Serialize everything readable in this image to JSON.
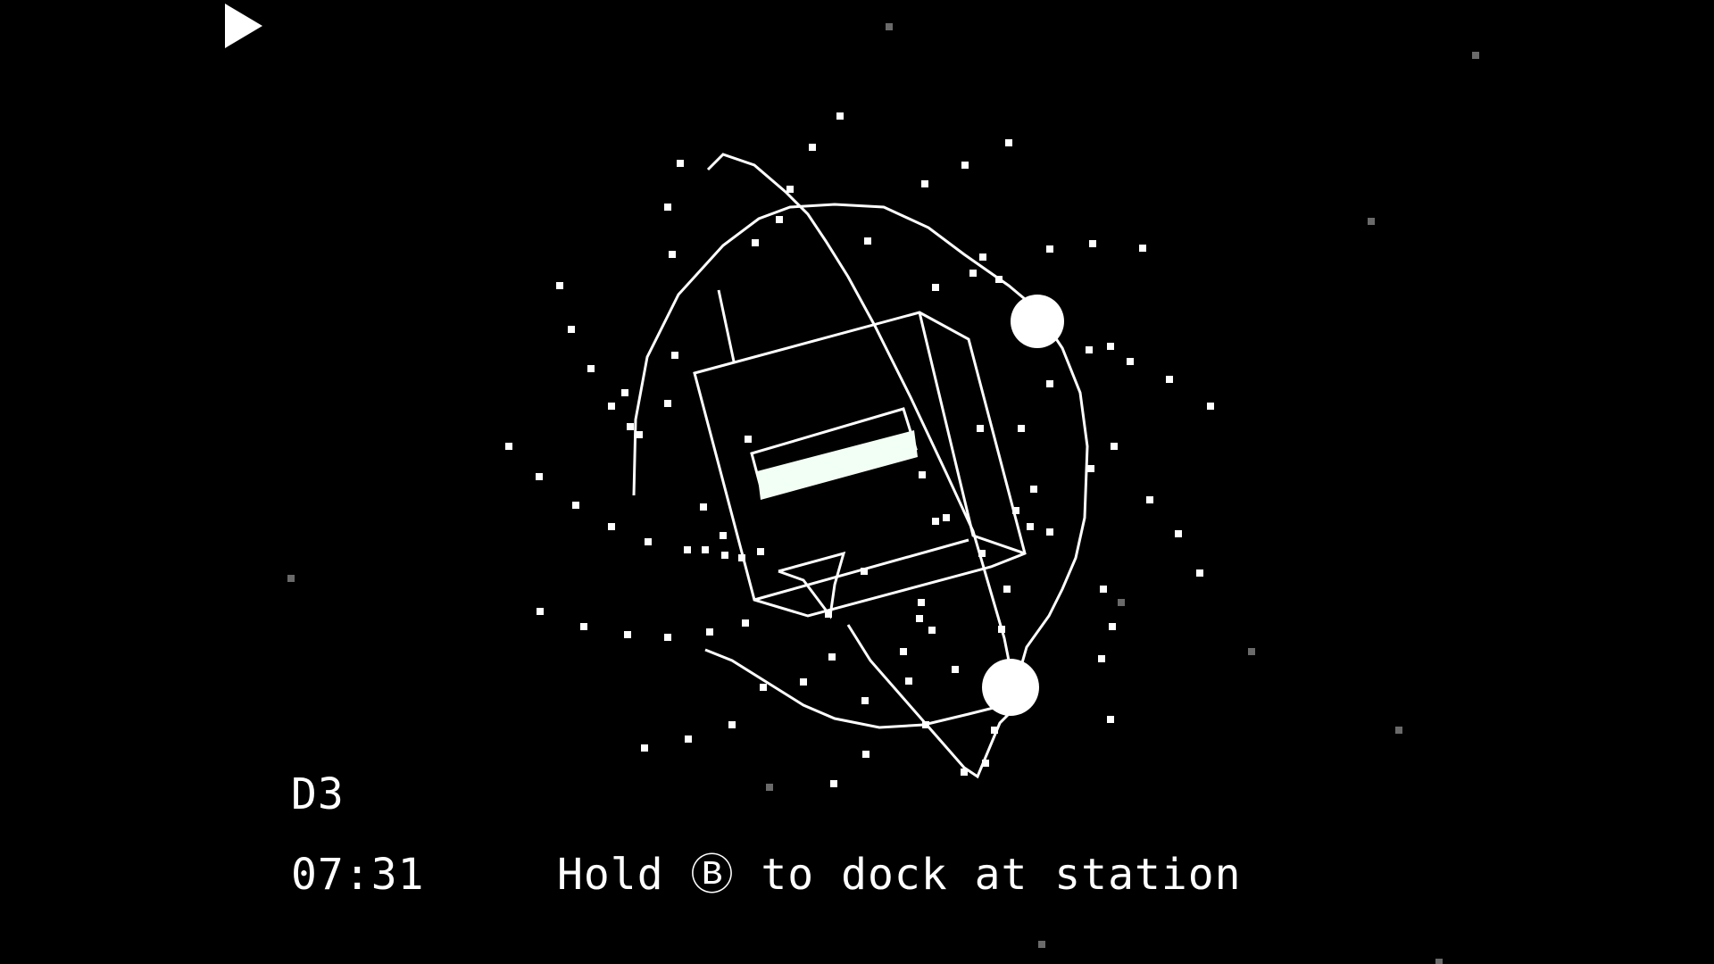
{
  "hud": {
    "sector": "D3",
    "clock": "07:31",
    "prompt": "Hold Ⓑ to dock at station"
  },
  "icons": {
    "play_indicator": "play-triangle-icon"
  },
  "colors": {
    "background": "#000000",
    "foreground": "#ffffff",
    "dim_star": "#6a6a6a"
  }
}
